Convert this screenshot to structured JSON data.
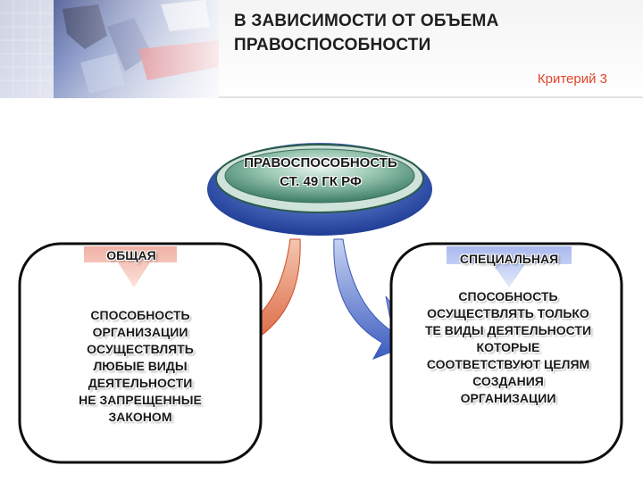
{
  "header": {
    "title_line1": "В ЗАВИСИМОСТИ ОТ ОБЪЕМА",
    "title_line2": "ПРАВОСПОСОБНОСТИ",
    "criterion": "Критерий 3"
  },
  "center": {
    "line1": "ПРАВОСПОСОБНОСТЬ",
    "line2": "СТ. 49 ГК РФ"
  },
  "left": {
    "heading": "ОБЩАЯ",
    "body": [
      "СПОСОБНОСТЬ",
      "ОРГАНИЗАЦИИ",
      "ОСУЩЕСТВЛЯТЬ",
      "ЛЮБЫЕ ВИДЫ",
      "ДЕЯТЕЛЬНОСТИ",
      "НЕ ЗАПРЕЩЕННЫЕ",
      "ЗАКОНОМ"
    ]
  },
  "right": {
    "heading": "СПЕЦИАЛЬНАЯ",
    "body": [
      "СПОСОБНОСТЬ",
      "ОСУЩЕСТВЛЯТЬ ТОЛЬКО",
      "ТЕ ВИДЫ ДЕЯТЕЛЬНОСТИ",
      "КОТОРЫЕ",
      "СООТВЕТСТВУЮТ ЦЕЛЯМ",
      "СОЗДАНИЯ",
      "ОРГАНИЗАЦИИ"
    ]
  },
  "colors": {
    "accent": "#e0442c",
    "center_fill": "#4f8e78",
    "center_ring": "#3b5fb0",
    "left_arrow": "#d9603a",
    "right_arrow": "#4263c0"
  }
}
